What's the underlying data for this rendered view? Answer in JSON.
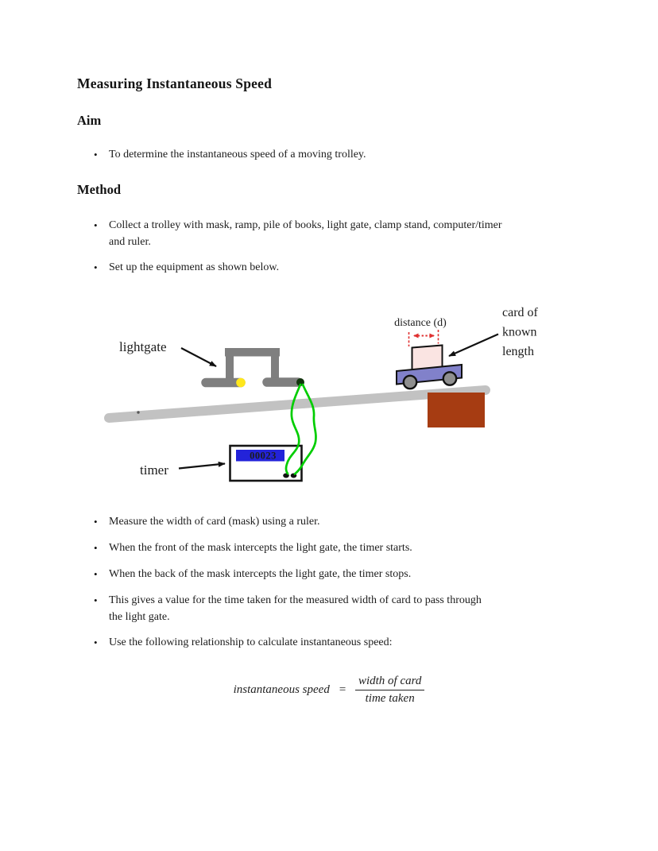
{
  "content": {
    "title": "Measuring Instantaneous Speed",
    "aim": {
      "heading": "Aim",
      "bullet": "To determine the instantaneous speed of a moving trolley."
    },
    "method": {
      "heading": "Method",
      "bullet_collect_line1": "Collect a trolley with mask, ramp, pile of books, light gate, clamp stand, computer/timer",
      "bullet_collect_line2": "and ruler.",
      "bullet_setup": "Set up the equipment as shown below.",
      "bullet_measure": "Measure the width of card (mask) using a ruler.",
      "bullet_front": "When the front of the mask intercepts the light gate, the timer starts.",
      "bullet_back": "When the back of the mask intercepts the light gate, the timer stops.",
      "bullet_gives_line1": "This gives a value for the time taken for the measured width of card to pass through",
      "bullet_gives_line2": "the light gate.",
      "bullet_use": "Use the following relationship to calculate instantaneous speed:"
    },
    "formula": {
      "lhs": "instantaneous speed",
      "equals": "=",
      "numerator": "width of card",
      "denominator": "time taken"
    }
  },
  "diagram": {
    "labels": {
      "lightgate": "lightgate",
      "timer": "timer",
      "distance": "distance (d)",
      "card_line1": "card of",
      "card_line2": "known",
      "card_line3": "length"
    },
    "timer_display": "00023",
    "colors": {
      "ramp_gray": "#c2c2c2",
      "gate_gray": "#7f7f7f",
      "sensor_yellow": "#ffe71c",
      "connector_dark": "#12350e",
      "wire_green": "#00cd00",
      "trolley_purple": "#8181ca",
      "wheel_gray": "#8f8f8f",
      "card_pink": "#fae4e2",
      "block_brown": "#a63c12",
      "display_blue": "#2323d9",
      "digit_red": "#aa2440",
      "accent_red": "#e03131",
      "ink_black": "#111111"
    }
  }
}
